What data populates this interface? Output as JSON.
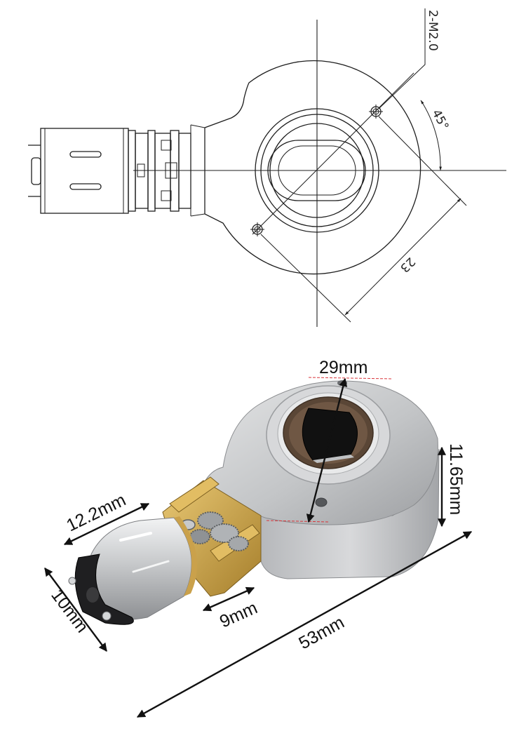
{
  "drawing": {
    "hole_spec": "2-M2.0",
    "angle": "45°",
    "center_distance": "23"
  },
  "dimensions": {
    "flange_diameter": "29mm",
    "housing_thickness": "11.65mm",
    "gearbox_length": "12.2mm",
    "motor_diameter": "10mm",
    "gear_width": "9mm",
    "total_length": "53mm"
  },
  "colors": {
    "line": "#1e1e1e",
    "housing": "#c9cbcd",
    "brass": "#c9a24a",
    "bushing": "#5a4636",
    "motor_can": "#d6d8da"
  }
}
